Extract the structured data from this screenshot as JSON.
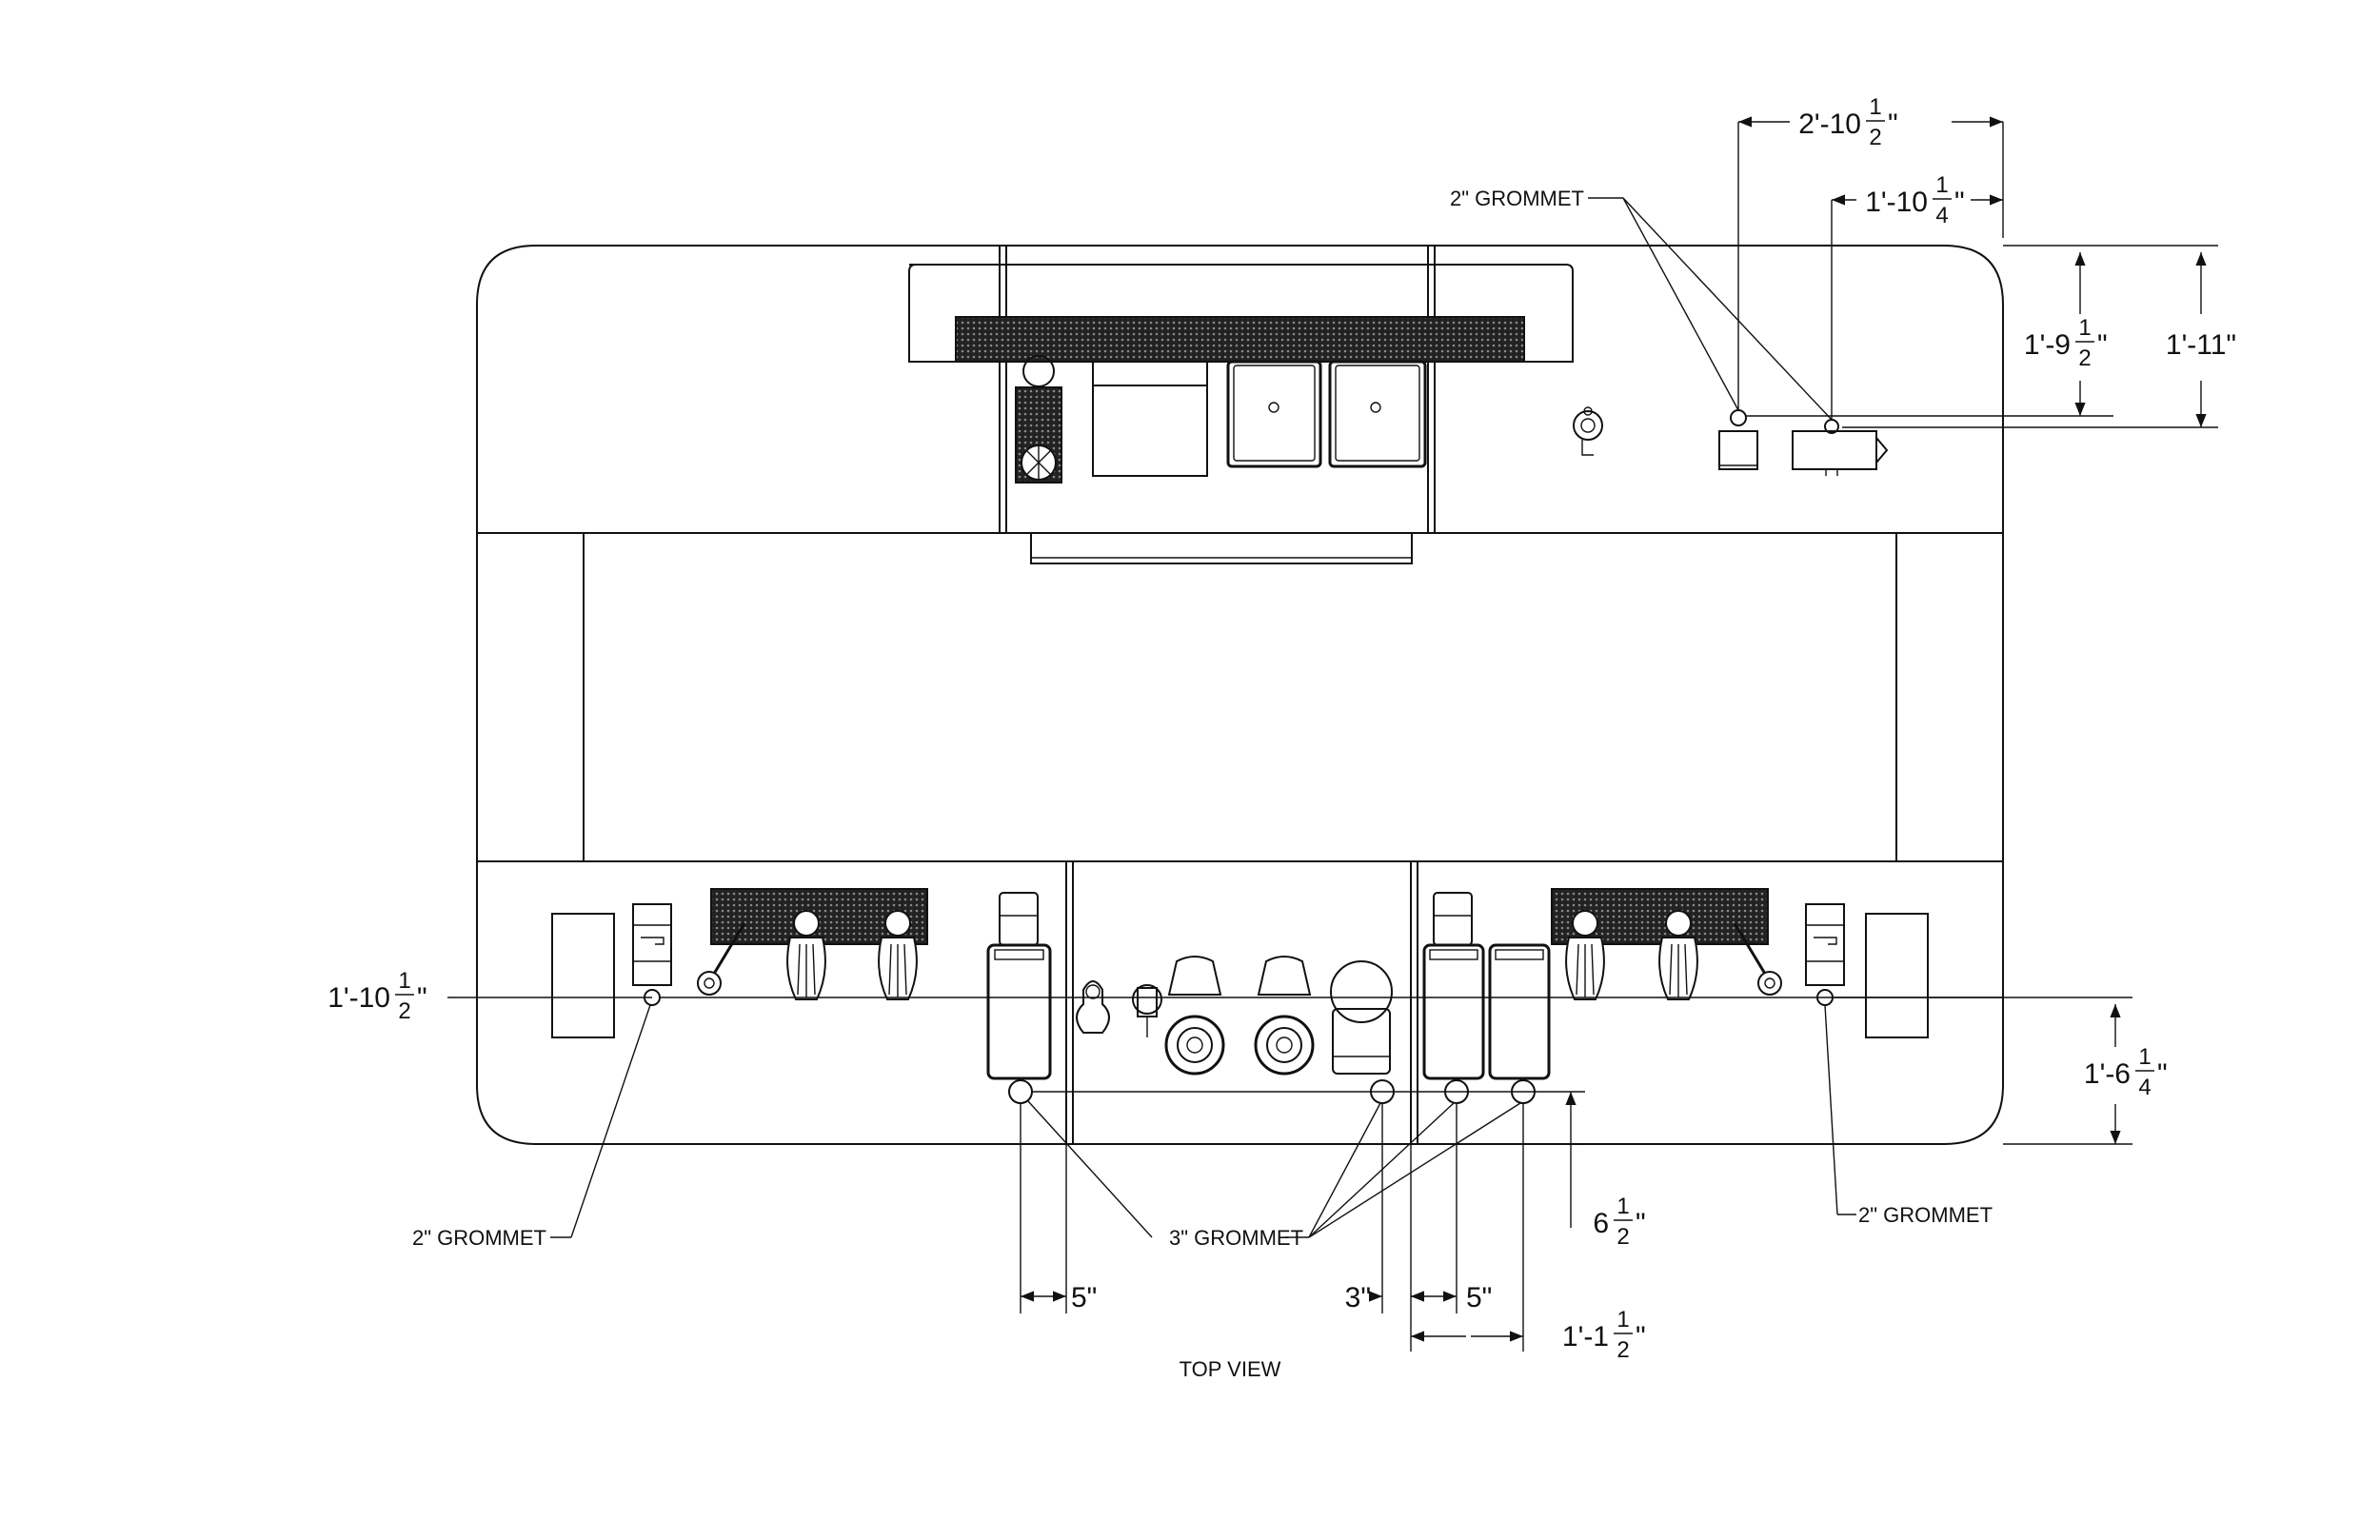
{
  "view_title": "TOP VIEW",
  "labels": {
    "grommet_2_top": "2\" GROMMET",
    "grommet_2_left": "2\" GROMMET",
    "grommet_2_right": "2\" GROMMET",
    "grommet_3": "3\" GROMMET"
  },
  "dimensions": {
    "top_width_a": {
      "whole": "2'-10",
      "num": "1",
      "den": "2",
      "unit": "\""
    },
    "top_width_b": {
      "whole": "1'-10",
      "num": "1",
      "den": "4",
      "unit": "\""
    },
    "top_height_a": {
      "whole": "1'-9",
      "num": "1",
      "den": "2",
      "unit": "\""
    },
    "top_height_b": "1'-11\"",
    "left_height": {
      "whole": "1'-10",
      "num": "1",
      "den": "2",
      "unit": "\""
    },
    "right_height": {
      "whole": "1'-6",
      "num": "1",
      "den": "4",
      "unit": "\""
    },
    "bottom_depth": {
      "whole": "6",
      "num": "1",
      "den": "2",
      "unit": "\""
    },
    "bottom_5_left": "5\"",
    "bottom_3": "3\"",
    "bottom_5_right": "5\"",
    "bottom_span": {
      "whole": "1'-1",
      "num": "1",
      "den": "2",
      "unit": "\""
    }
  }
}
